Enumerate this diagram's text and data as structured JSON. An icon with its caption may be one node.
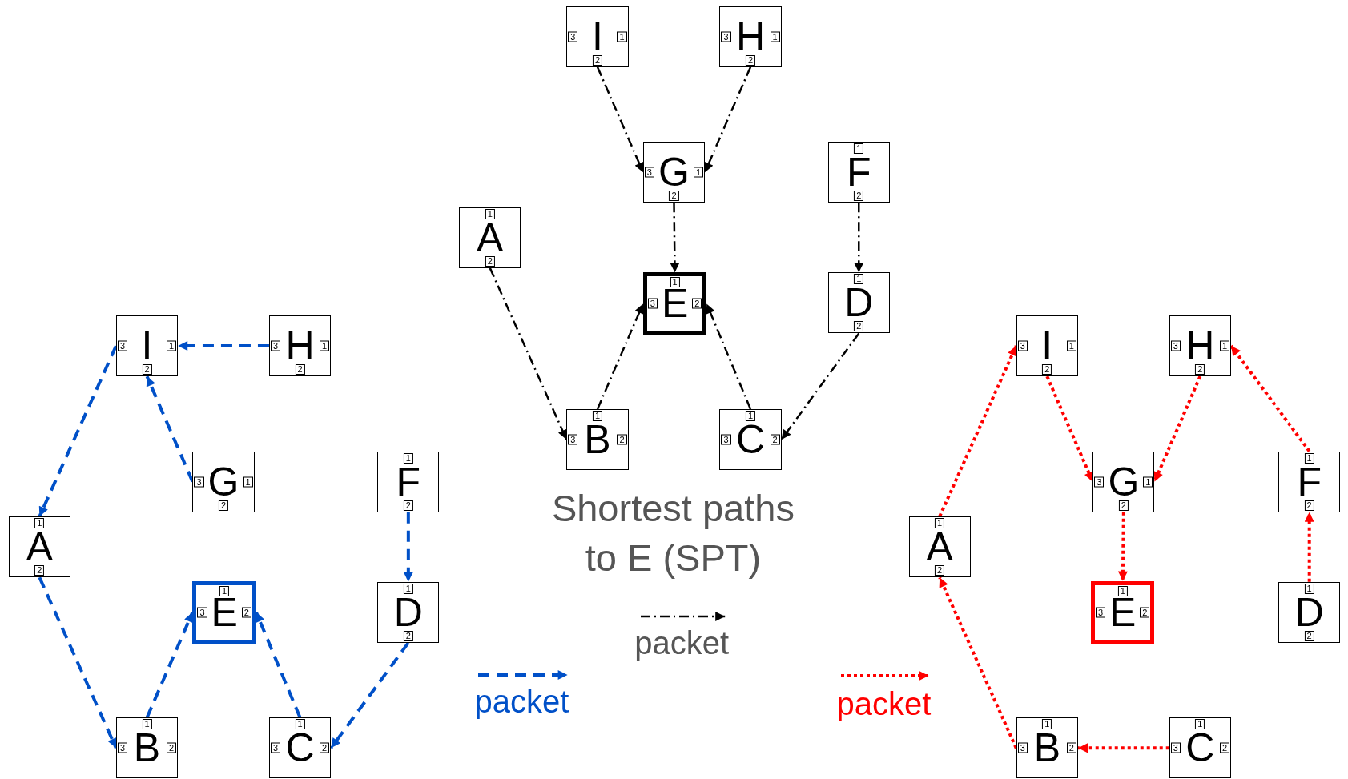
{
  "diagram": {
    "nodes": [
      {
        "text": [
          "3",
          "I",
          "1",
          "2"
        ]
      },
      {
        "text": [
          "3",
          "H",
          "1",
          "2"
        ]
      },
      {
        "text": [
          "3",
          "G",
          "1",
          "2"
        ]
      },
      {
        "text": [
          "1",
          "F",
          "2"
        ]
      },
      {
        "text": [
          "1",
          "A",
          "2"
        ]
      },
      {
        "text": [
          "1",
          "3",
          "E",
          "2"
        ]
      },
      {
        "text": [
          "1",
          "D",
          "2"
        ]
      },
      {
        "text": [
          "1",
          "3",
          "B",
          "2"
        ]
      },
      {
        "text": [
          "1",
          "3",
          "C",
          "2"
        ]
      },
      {
        "text": [
          "3",
          "I",
          "1",
          "2"
        ]
      },
      {
        "text": [
          "3",
          "H",
          "1",
          "2"
        ]
      },
      {
        "text": [
          "3",
          "G",
          "1",
          "2"
        ]
      },
      {
        "text": [
          "1",
          "F",
          "2"
        ]
      },
      {
        "text": [
          "1",
          "A",
          "2"
        ]
      },
      {
        "text": [
          "1",
          "3",
          "E",
          "2"
        ]
      },
      {
        "text": [
          "1",
          "D",
          "2"
        ]
      },
      {
        "text": [
          "1",
          "3",
          "B",
          "2"
        ]
      },
      {
        "text": [
          "1",
          "3",
          "C",
          "2"
        ]
      },
      {
        "text": [
          "3",
          "I",
          "1",
          "2"
        ]
      },
      {
        "text": [
          "3",
          "H",
          "1",
          "2"
        ]
      },
      {
        "text": [
          "3",
          "G",
          "1",
          "2"
        ]
      },
      {
        "text": [
          "1",
          "F",
          "2"
        ]
      },
      {
        "text": [
          "1",
          "A",
          "2"
        ]
      },
      {
        "text": [
          "1",
          "3",
          "E",
          "2"
        ]
      },
      {
        "text": [
          "1",
          "D",
          "2"
        ]
      },
      {
        "text": [
          "1",
          "3",
          "B",
          "2"
        ]
      },
      {
        "text": [
          "1",
          "3",
          "C",
          "2"
        ]
      }
    ],
    "edges": [
      {
        "from": 1,
        "to": 0,
        "arrow": "to",
        "style": "dashed",
        "color": "#0050c8"
      },
      {
        "from": 0,
        "to": 4,
        "arrow": "to",
        "style": "dashed",
        "color": "#0050c8"
      },
      {
        "from": 2,
        "to": 0,
        "arrow": "to",
        "style": "dashed",
        "color": "#0050c8"
      },
      {
        "from": 4,
        "to": 7,
        "arrow": "to",
        "style": "dashed",
        "color": "#0050c8"
      },
      {
        "from": 7,
        "to": 5,
        "arrow": "to",
        "style": "dashed",
        "color": "#0050c8"
      },
      {
        "from": 8,
        "to": 5,
        "arrow": "to",
        "style": "dashed",
        "color": "#0050c8"
      },
      {
        "from": 3,
        "to": 6,
        "arrow": "to",
        "style": "dashed",
        "color": "#0050c8"
      },
      {
        "from": 6,
        "to": 8,
        "arrow": "to",
        "style": "dashed",
        "color": "#0050c8"
      },
      {
        "from": 9,
        "to": 11,
        "arrow": "to",
        "style": "dashed",
        "color": "#000000"
      },
      {
        "from": 10,
        "to": 11,
        "arrow": "to",
        "style": "dashed",
        "color": "#000000"
      },
      {
        "from": 11,
        "to": 14,
        "arrow": "to",
        "style": "dashed",
        "color": "#000000"
      },
      {
        "from": 12,
        "to": 15,
        "arrow": "to",
        "style": "dashed",
        "color": "#000000"
      },
      {
        "from": 13,
        "to": 16,
        "arrow": "to",
        "style": "dashed",
        "color": "#000000"
      },
      {
        "from": 16,
        "to": 14,
        "arrow": "to",
        "style": "dashed",
        "color": "#000000"
      },
      {
        "from": 17,
        "to": 14,
        "arrow": "to",
        "style": "dashed",
        "color": "#000000"
      },
      {
        "from": 15,
        "to": 17,
        "arrow": "to",
        "style": "dashed",
        "color": "#000000"
      },
      {
        "from": 22,
        "to": 18,
        "arrow": "to",
        "style": "dashed",
        "color": "#ff0000"
      },
      {
        "from": 18,
        "to": 20,
        "arrow": "to",
        "style": "dashed",
        "color": "#ff0000"
      },
      {
        "from": 19,
        "to": 20,
        "arrow": "to",
        "style": "dashed",
        "color": "#ff0000"
      },
      {
        "from": 20,
        "to": 23,
        "arrow": "to",
        "style": "dashed",
        "color": "#ff0000"
      },
      {
        "from": 21,
        "to": 19,
        "arrow": "to",
        "style": "dashed",
        "color": "#ff0000"
      },
      {
        "from": 24,
        "to": 21,
        "arrow": "to",
        "style": "dashed",
        "color": "#ff0000"
      },
      {
        "from": 25,
        "to": 22,
        "arrow": "to",
        "style": "dashed",
        "color": "#ff0000"
      },
      {
        "from": 26,
        "to": 25,
        "arrow": "to",
        "style": "dashed",
        "color": "#ff0000"
      }
    ],
    "labels": [
      "Shortest paths to E (SPT)"
    ],
    "legend": [
      {
        "text": "packet"
      },
      {
        "text": "packet"
      },
      {
        "text": "packet"
      }
    ]
  }
}
